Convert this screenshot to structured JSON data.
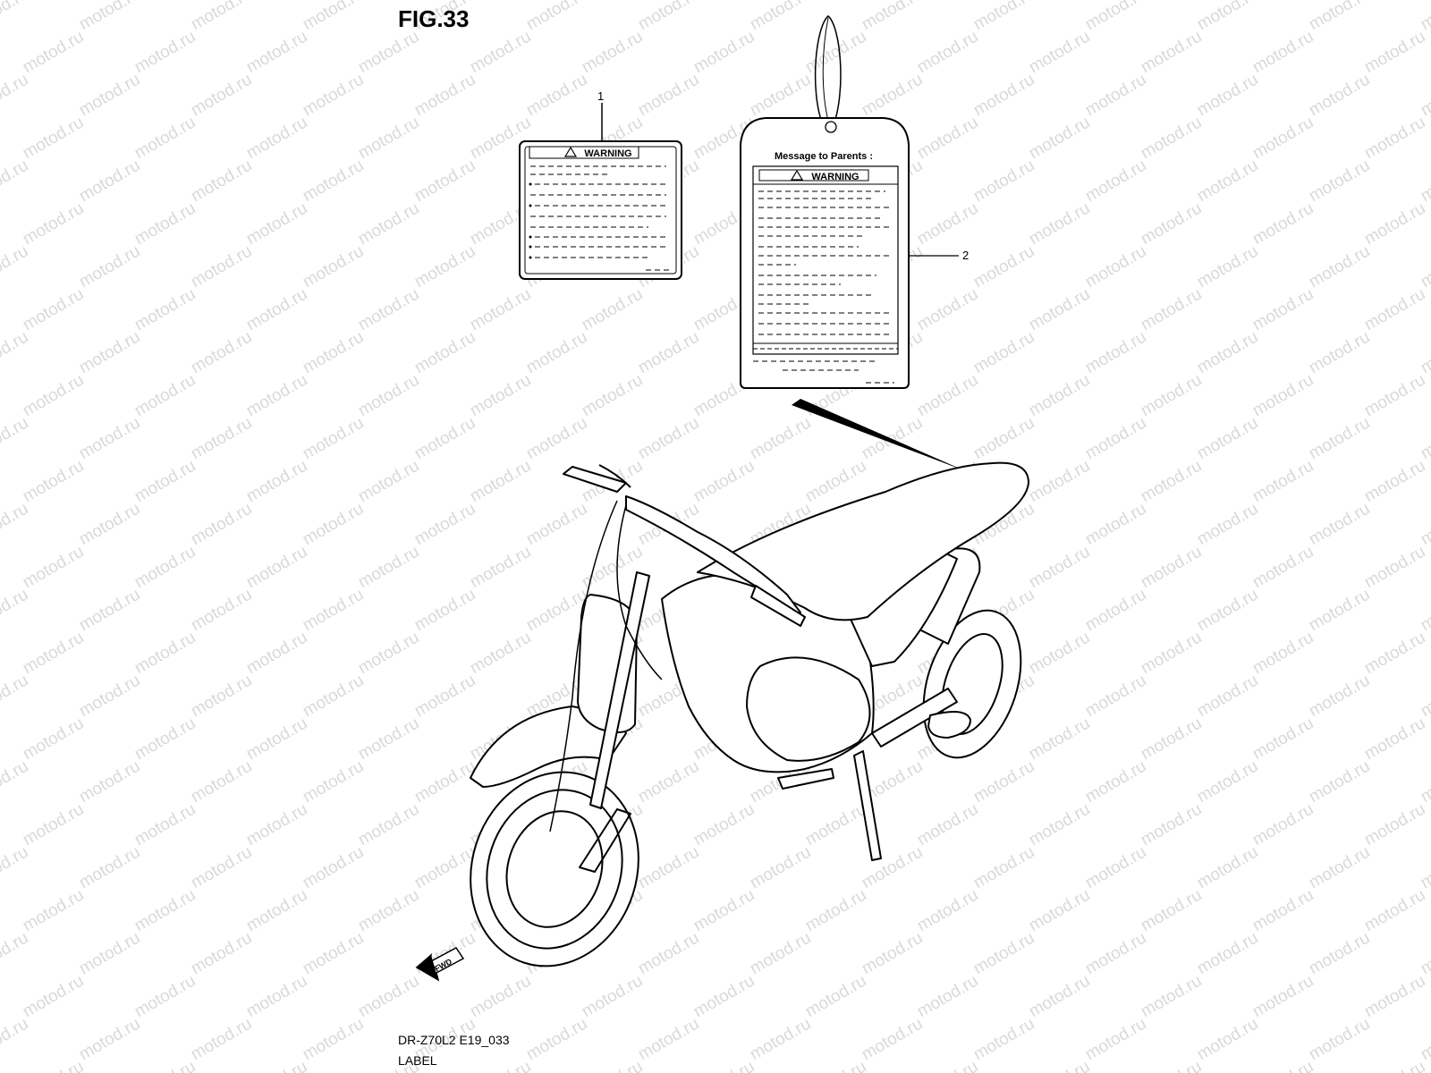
{
  "figure": {
    "title": "FIG.33",
    "code": "DR-Z70L2 E19_033",
    "name": "LABEL",
    "watermark": "motod.ru"
  },
  "parts": [
    {
      "callout": "1",
      "warning_text": "WARNING"
    },
    {
      "callout": "2",
      "header_text": "Message to Parents :",
      "warning_text": "WARNING"
    }
  ],
  "direction_badge": "FWD"
}
